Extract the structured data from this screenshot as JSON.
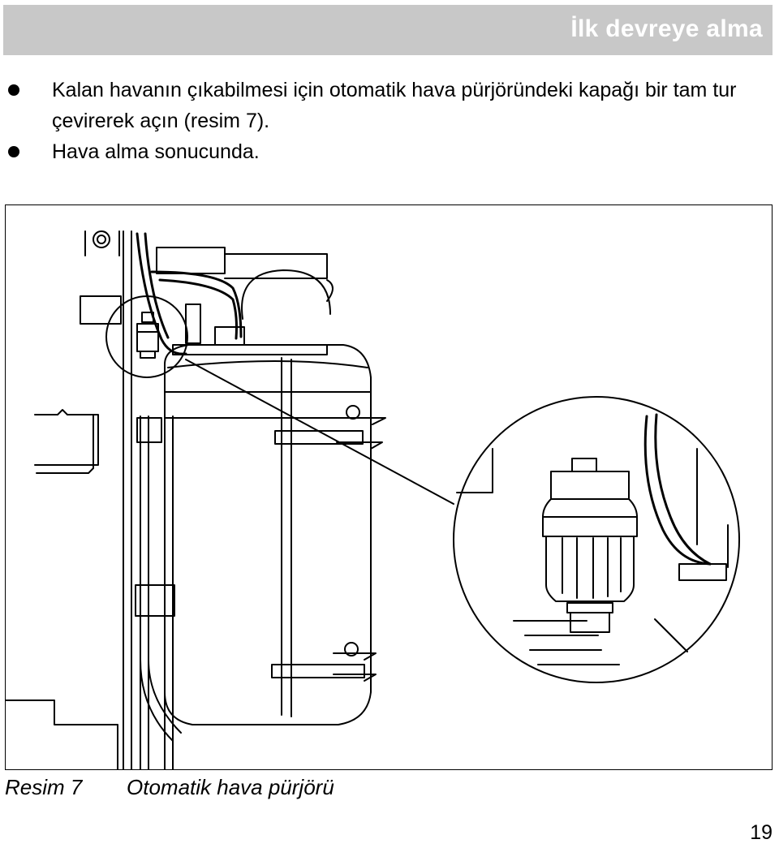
{
  "header": {
    "title": "İlk devreye alma"
  },
  "bullets": [
    {
      "text": "Kalan havanın çıkabilmesi için otomatik hava pürjöründeki kapağı bir tam tur çevirerek açın (resim 7)."
    },
    {
      "text": "Hava alma sonucunda."
    }
  ],
  "figure": {
    "caption_label": "Resim 7",
    "caption_text": "Otomatik hava pürjörü"
  },
  "page_number": "19"
}
